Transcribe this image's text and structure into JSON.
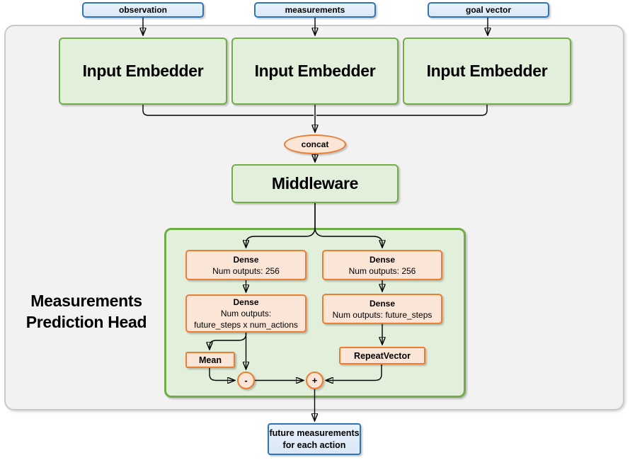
{
  "colors": {
    "blue_border": "#2e75b6",
    "blue_fill": "#d9e8f7",
    "green_border": "#70ad47",
    "green_fill": "#e2efda",
    "orange_border": "#ed7d31",
    "orange_fill": "#fbe5d6",
    "gray_border": "#c9c9c9",
    "gray_fill": "#f2f2f2",
    "line_color": "#000000",
    "text_color": "#000000"
  },
  "inputs": {
    "observation": "observation",
    "measurements": "measurements",
    "goal_vector": "goal vector"
  },
  "embedders": {
    "observation": "Input Embedder",
    "measurements": "Input Embedder",
    "goal_vector": "Input Embedder"
  },
  "concat_label": "concat",
  "middleware_label": "Middleware",
  "prediction_head": {
    "title": "Measurements\nPrediction Head",
    "action_branch": {
      "dense1_name": "Dense",
      "dense1_outputs": "Num outputs: 256",
      "dense2_name": "Dense",
      "dense2_outputs": "Num outputs:\nfuture_steps x num_actions",
      "mean_label": "Mean",
      "minus_label": "-"
    },
    "expectation_branch": {
      "dense1_name": "Dense",
      "dense1_outputs": "Num outputs: 256",
      "dense2_name": "Dense",
      "dense2_outputs": "Num outputs: future_steps",
      "repeat_label": "RepeatVector",
      "plus_label": "+"
    }
  },
  "output_label": "future measurements\nfor each action"
}
